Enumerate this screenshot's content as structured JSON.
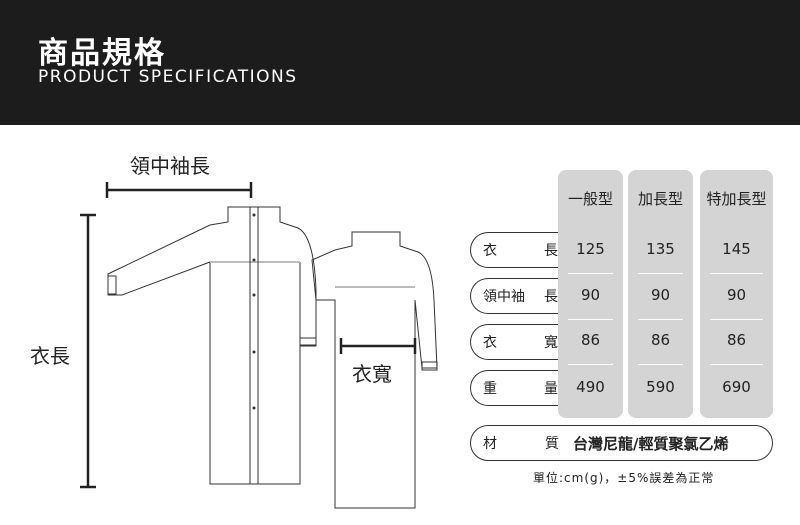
{
  "header": {
    "title": "商品規格",
    "subtitle": "PRODUCT SPECIFICATIONS"
  },
  "diagram": {
    "sleeve_label": "領中袖長",
    "length_label": "衣長",
    "width_label": "衣寬"
  },
  "table": {
    "columns": [
      "一般型",
      "加長型",
      "特加長型"
    ],
    "rows": [
      {
        "label_a": "衣",
        "label_b": "長",
        "values": [
          "125",
          "135",
          "145"
        ]
      },
      {
        "label_a": "領中袖",
        "label_b": "長",
        "values": [
          "90",
          "90",
          "90"
        ]
      },
      {
        "label_a": "衣",
        "label_b": "寬",
        "values": [
          "86",
          "86",
          "86"
        ]
      },
      {
        "label_a": "重",
        "label_b": "量",
        "values": [
          "490",
          "590",
          "690"
        ]
      }
    ],
    "material_label_a": "材",
    "material_label_b": "質",
    "material_value": "台灣尼龍/輕質聚氯乙烯",
    "note": "單位:cm(g)，±5%誤差為正常"
  }
}
